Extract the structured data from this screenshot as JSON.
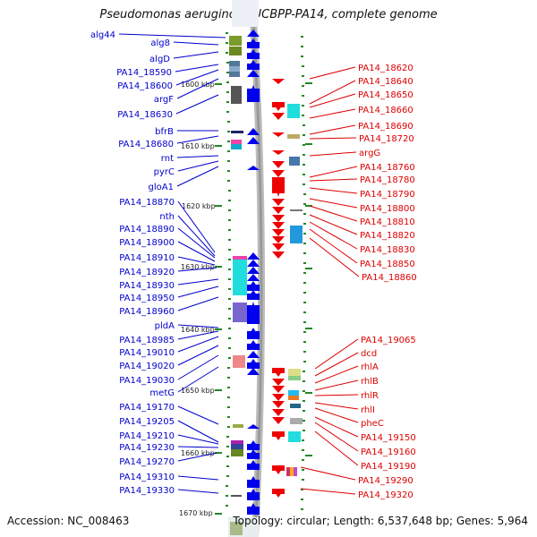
{
  "title": "Pseudomonas aeruginosa UCBPP-PA14, complete genome",
  "accession": "Accession: NC_008463",
  "topology": "Topology: circular; Length: 6,537,648 bp; Genes: 5,964",
  "colors": {
    "left_labels": "#0000cc",
    "right_labels": "#dd0000",
    "forward_arrows": "#0000ee",
    "reverse_arrows": "#ee0000",
    "backbone": "#999999",
    "ticks": "#228822"
  },
  "scale_labels": [
    "1600 kbp",
    "1610 kbp",
    "1620 kbp",
    "1630 kbp",
    "1640 kbp",
    "1650 kbp",
    "1660 kbp",
    "1670 kbp"
  ],
  "left_genes": [
    "alg44",
    "alg8",
    "algD",
    "PA14_18590",
    "PA14_18600",
    "argF",
    "PA14_18630",
    "bfrB",
    "PA14_18680",
    "rnt",
    "pyrC",
    "gloA1",
    "PA14_18870",
    "nth",
    "PA14_18890",
    "PA14_18900",
    "PA14_18910",
    "PA14_18920",
    "PA14_18930",
    "PA14_18950",
    "PA14_18960",
    "pldA",
    "PA14_18985",
    "PA14_19010",
    "PA14_19020",
    "PA14_19030",
    "metG",
    "PA14_19170",
    "PA14_19205",
    "PA14_19210",
    "PA14_19230",
    "PA14_19270",
    "PA14_19310",
    "PA14_19330"
  ],
  "right_genes": [
    "PA14_18620",
    "PA14_18640",
    "PA14_18650",
    "PA14_18660",
    "PA14_18690",
    "PA14_18720",
    "argG",
    "PA14_18760",
    "PA14_18780",
    "PA14_18790",
    "PA14_18800",
    "PA14_18810",
    "PA14_18820",
    "PA14_18830",
    "PA14_18850",
    "PA14_18860",
    "PA14_19065",
    "dcd",
    "rhlA",
    "rhlB",
    "rhlR",
    "rhlI",
    "pheC",
    "PA14_19150",
    "PA14_19160",
    "PA14_19190",
    "PA14_19290",
    "PA14_19320"
  ]
}
